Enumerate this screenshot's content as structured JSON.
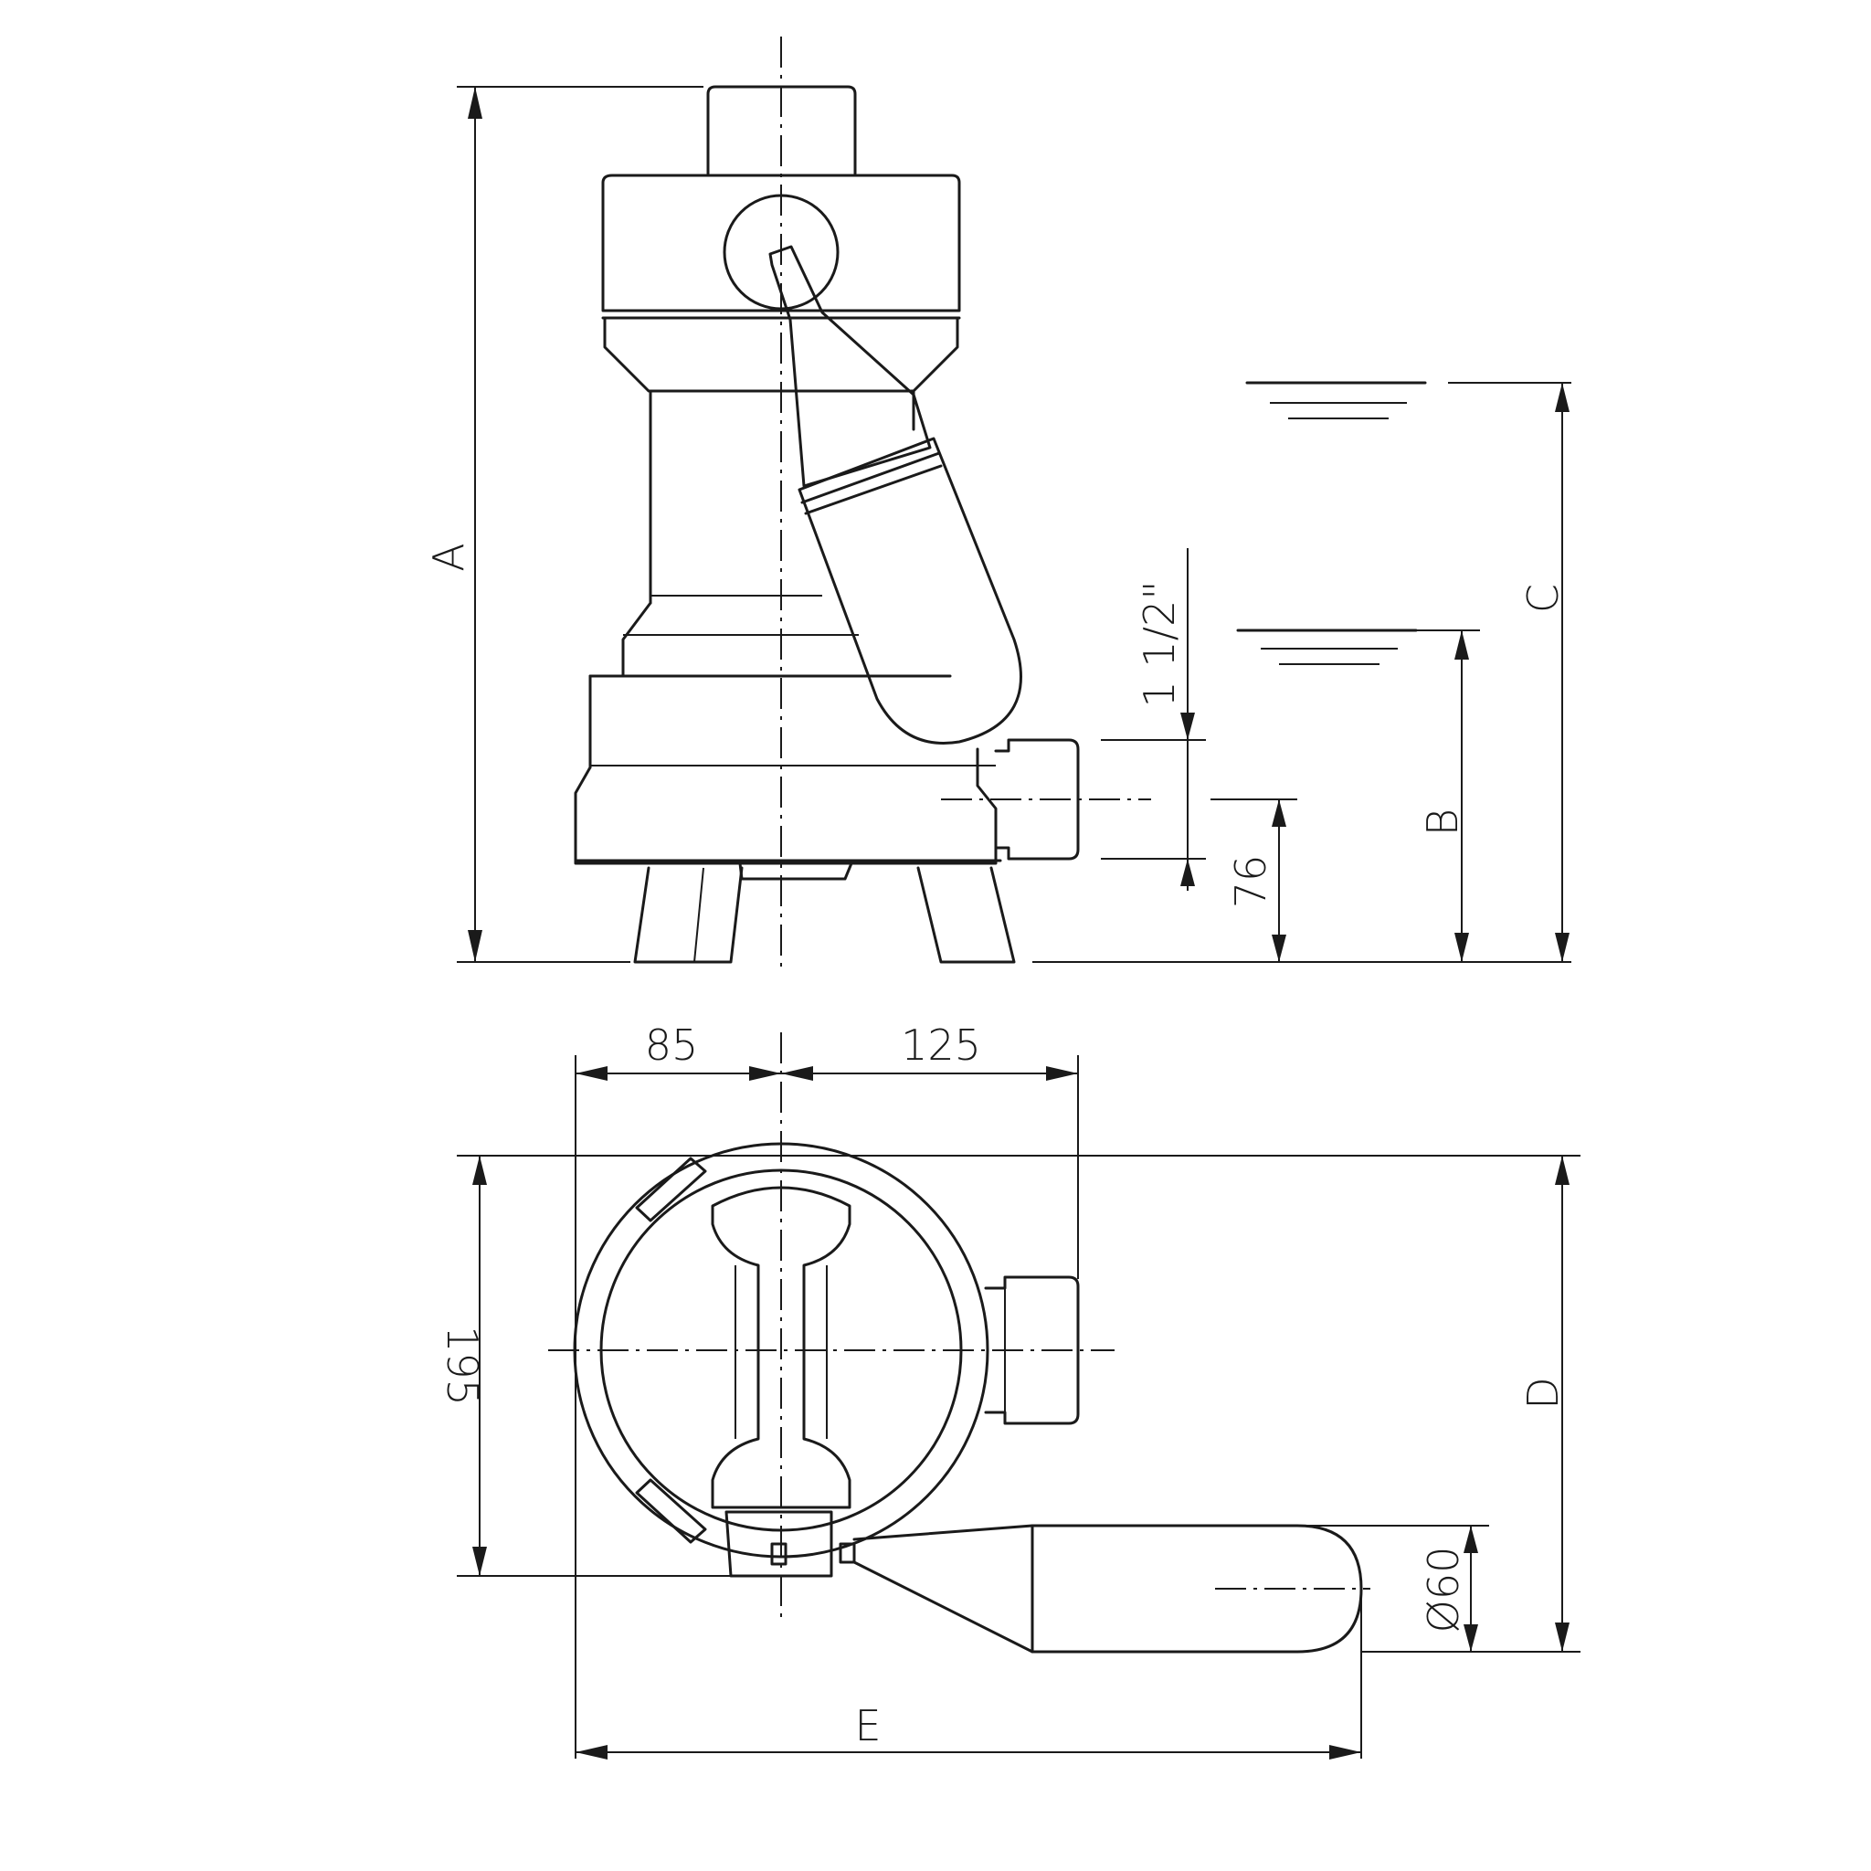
{
  "dimensions": {
    "A": "A",
    "B": "B",
    "C": "C",
    "D": "D",
    "E": "E",
    "pipe_size": "1 1/2\"",
    "outlet_height": "76",
    "left_offset": "85",
    "right_offset": "125",
    "body_diameter": "195",
    "float_diameter": "Ø60"
  }
}
